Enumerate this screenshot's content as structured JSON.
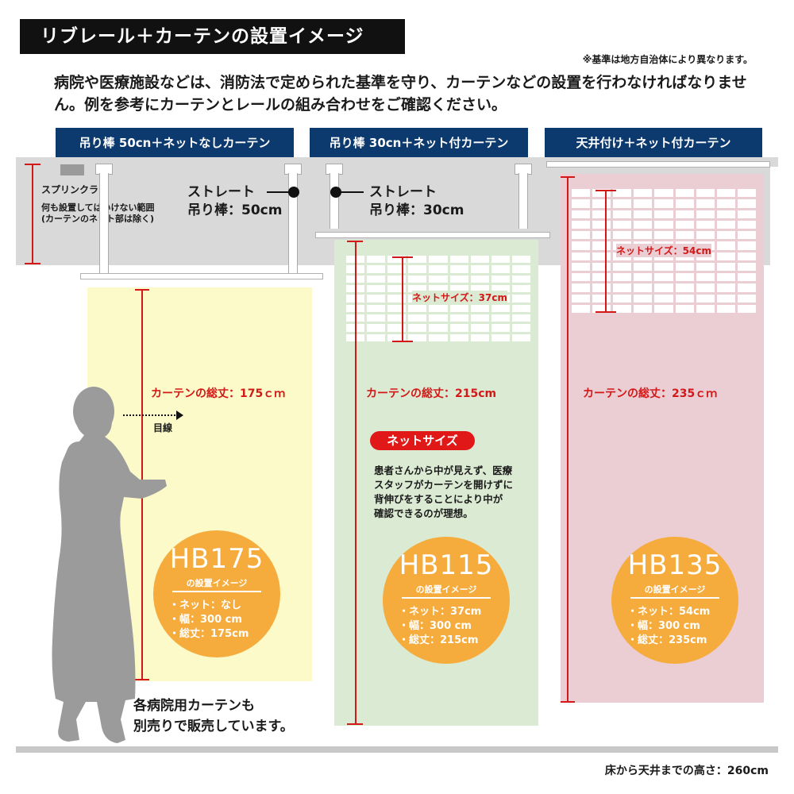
{
  "title": "リブレール＋カーテンの設置イメージ",
  "note": "※基準は地方自治体により異なります。",
  "intro": "病院や医療施設などは、消防法で定められた基準を守り、カーテンなどの設置を行わなければなりません。例を参考にカーテンとレールの組み合わせをご確認ください。",
  "tags": [
    {
      "label": "吊り棒 50cn＋ネットなしカーテン"
    },
    {
      "label": "吊り棒 30cn＋ネット付カーテン"
    },
    {
      "label": "天井付け＋ネット付カーテン"
    }
  ],
  "sprinkler": {
    "label": "スプリンクラー",
    "caption_line1": "何も設置してはいけない範囲",
    "caption_line2": "(カーテンのネット部は除く)"
  },
  "rods": {
    "left": {
      "line1": "ストレート",
      "line2": "吊り棒：50cm"
    },
    "right": {
      "line1": "ストレート",
      "line2": "吊り棒：30cm"
    }
  },
  "panels": [
    {
      "total_label": "カーテンの総丈：175ｃｍ",
      "net_label": ""
    },
    {
      "total_label": "カーテンの総丈：215cm",
      "net_label": "ネットサイズ：37cm"
    },
    {
      "total_label": "カーテンの総丈：235ｃｍ",
      "net_label": "ネットサイズ：54cm"
    }
  ],
  "eye_line": "目線",
  "net_badge": "ネットサイズ",
  "net_description": [
    "患者さんから中が見えず、医療",
    "スタッフがカーテンを開けずに",
    "背伸びをすることにより中が",
    "確認できるのが理想。"
  ],
  "circles": [
    {
      "model": "HB175",
      "sub": "の設置イメージ",
      "items": [
        "・ネット：なし",
        "・幅：300 cm",
        "・総丈：175cm"
      ]
    },
    {
      "model": "HB115",
      "sub": "の設置イメージ",
      "items": [
        "・ネット：37cm",
        "・幅：300 cm",
        "・総丈：215cm"
      ]
    },
    {
      "model": "HB135",
      "sub": "の設置イメージ",
      "items": [
        "・ネット：54cm",
        "・幅：300 cm",
        "・総丈：235cm"
      ]
    }
  ],
  "sales_note": [
    "各病院用カーテンも",
    "別売りで販売しています。"
  ],
  "footer": "床から天井までの高さ：260cm",
  "colors": {
    "navy": "#0d3a6e",
    "red": "#d41818",
    "orange": "#f5ac3d",
    "yellow_panel": "#fbfac8",
    "green_panel": "#dbead3",
    "pink_panel": "#ebcdd4"
  }
}
